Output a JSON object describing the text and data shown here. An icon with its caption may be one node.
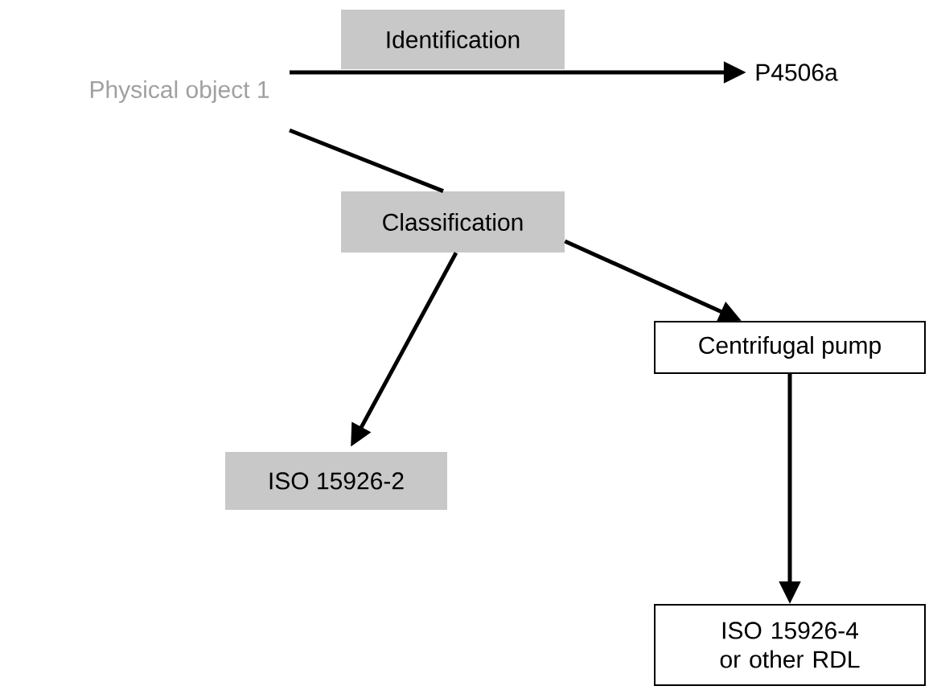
{
  "diagram": {
    "nodes": [
      {
        "text": [
          "Physical object 1"
        ]
      },
      {
        "text": [
          "Identification"
        ]
      },
      {
        "text": [
          "P4506a"
        ]
      },
      {
        "text": [
          "Classification"
        ]
      },
      {
        "text": [
          "Centrifugal pump"
        ]
      },
      {
        "text": [
          "ISO 15926-2"
        ]
      },
      {
        "text": [
          "ISO 15926-4 or other RDL"
        ]
      }
    ],
    "edges": [
      {
        "from": 0,
        "to": 2,
        "arrow": "to"
      },
      {
        "from": 0,
        "to": 3,
        "arrow": "none"
      },
      {
        "from": 3,
        "to": 4,
        "arrow": "to"
      },
      {
        "from": 3,
        "to": 5,
        "arrow": "to"
      },
      {
        "from": 4,
        "to": 6,
        "arrow": "to"
      }
    ]
  }
}
